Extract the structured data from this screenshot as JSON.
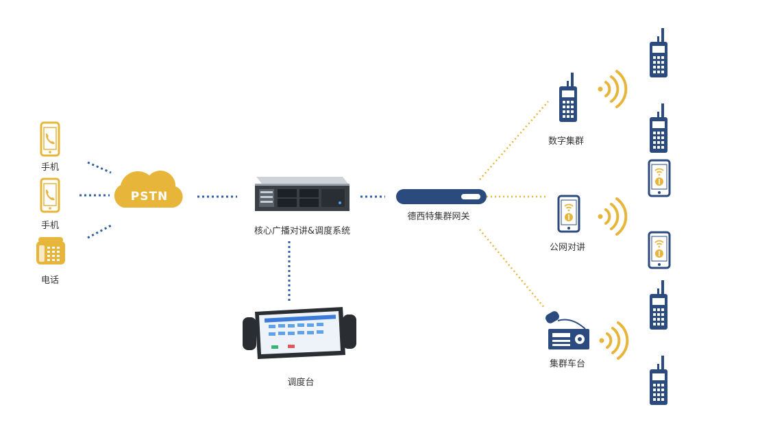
{
  "colors": {
    "gold": "#E6B53A",
    "navy": "#2B4A7E",
    "dot_blue": "#2D5DA8",
    "dot_gold": "#E6B53A",
    "text": "#333333"
  },
  "pstn": {
    "label": "PSTN"
  },
  "left_devices": [
    {
      "label": "手机",
      "icon": "mobile-phone-icon"
    },
    {
      "label": "手机",
      "icon": "mobile-phone-icon"
    },
    {
      "label": "电话",
      "icon": "desk-phone-icon"
    }
  ],
  "server": {
    "label": "核心广播对讲&调度系统",
    "icon": "rack-server-icon"
  },
  "console": {
    "label": "调度台",
    "icon": "dispatch-console-icon"
  },
  "gateway": {
    "label": "德西特集群网关",
    "icon": "gateway-icon"
  },
  "branches": [
    {
      "label": "数字集群",
      "icon": "walkie-talkie-icon",
      "signal": "radio-wave-icon"
    },
    {
      "label": "公网对讲",
      "icon": "poc-phone-icon",
      "signal": "radio-wave-icon"
    },
    {
      "label": "集群车台",
      "icon": "vehicle-radio-icon",
      "signal": "radio-wave-icon"
    }
  ],
  "right_terminals": [
    {
      "icon": "walkie-talkie-icon"
    },
    {
      "icon": "walkie-talkie-icon"
    },
    {
      "icon": "poc-phone-icon"
    },
    {
      "icon": "poc-phone-icon"
    },
    {
      "icon": "walkie-talkie-icon"
    },
    {
      "icon": "walkie-talkie-icon"
    }
  ]
}
